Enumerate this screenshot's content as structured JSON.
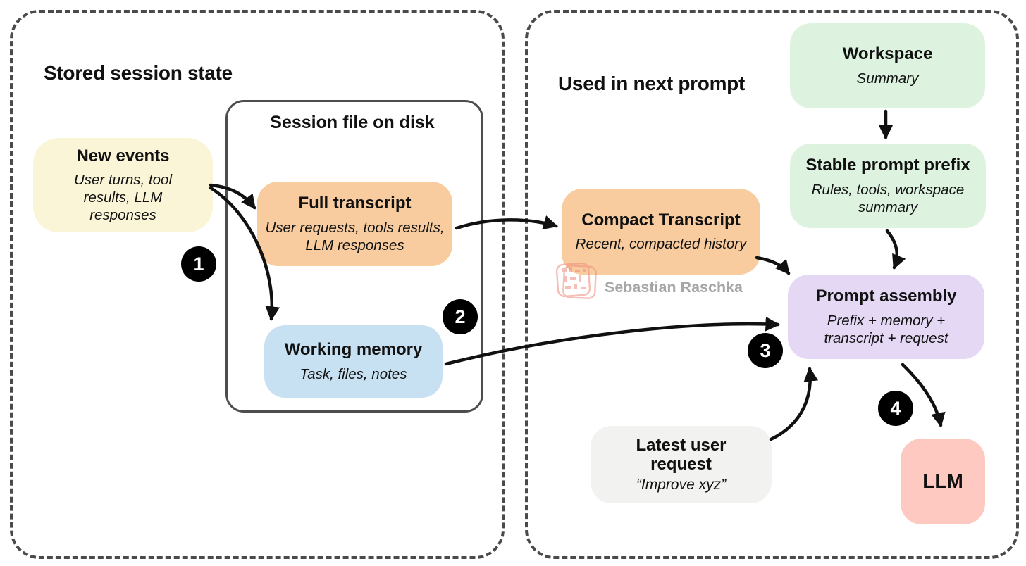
{
  "headings": {
    "left": "Stored session state",
    "right": "Used in next prompt",
    "session_file": "Session file on disk"
  },
  "boxes": {
    "new_events": {
      "title": "New events",
      "subtitle": "User turns, tool results, LLM responses",
      "color": "#FBF5D8"
    },
    "full_transcript": {
      "title": "Full transcript",
      "subtitle": "User requests, tools results, LLM responses",
      "color": "#F8CC9E"
    },
    "working_memory": {
      "title": "Working memory",
      "subtitle": "Task, files, notes",
      "color": "#C8E1F2"
    },
    "compact_transcript": {
      "title": "Compact Transcript",
      "subtitle": "Recent, compacted history",
      "color": "#F8CC9E"
    },
    "workspace": {
      "title": "Workspace",
      "subtitle": "Summary",
      "color": "#DDF3E0"
    },
    "stable_prompt_prefix": {
      "title": "Stable prompt prefix",
      "subtitle": "Rules, tools, workspace summary",
      "color": "#DDF3E0"
    },
    "prompt_assembly": {
      "title": "Prompt assembly",
      "subtitle": "Prefix + memory + transcript + request",
      "color": "#E4D8F5"
    },
    "latest_user_request": {
      "title": "Latest user request",
      "subtitle": "“Improve xyz”",
      "color": "#F2F2F0"
    },
    "llm": {
      "title": "LLM",
      "color": "#FDC9C1"
    }
  },
  "step_badges": {
    "one": "1",
    "two": "2",
    "three": "3",
    "four": "4"
  },
  "watermark": {
    "text": "Sebastian Raschka"
  },
  "colors": {
    "arrow": "#111111",
    "dashed_border": "#4A4A4A",
    "badge_background": "#000000",
    "badge_text": "#FFFFFF",
    "watermark_stamp": "#EE8B7E",
    "watermark_text": "#A6A6A6"
  }
}
